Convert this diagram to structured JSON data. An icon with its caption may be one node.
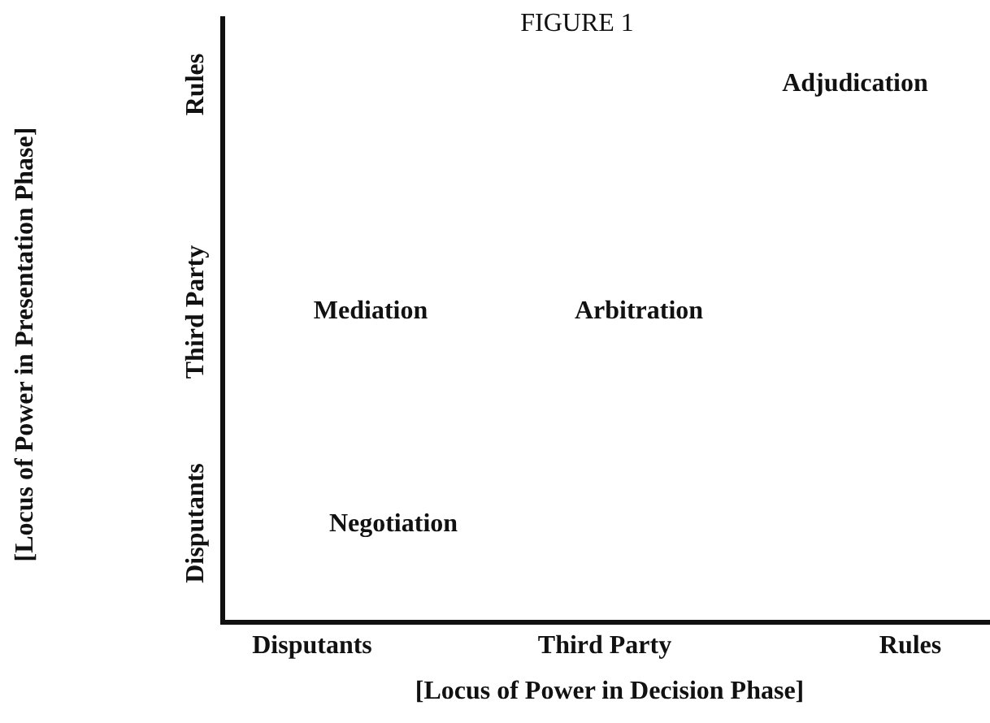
{
  "diagram": {
    "title": "FIGURE 1",
    "labels": [
      "[Locus of Power in Presentation Phase]",
      "Rules",
      "Adjudication",
      "Third Party",
      "Mediation",
      "Arbitration",
      "Disputants",
      "Negotiation",
      "Disputants",
      "Third Party",
      "Rules",
      "[Locus of Power in Decision Phase]"
    ]
  }
}
